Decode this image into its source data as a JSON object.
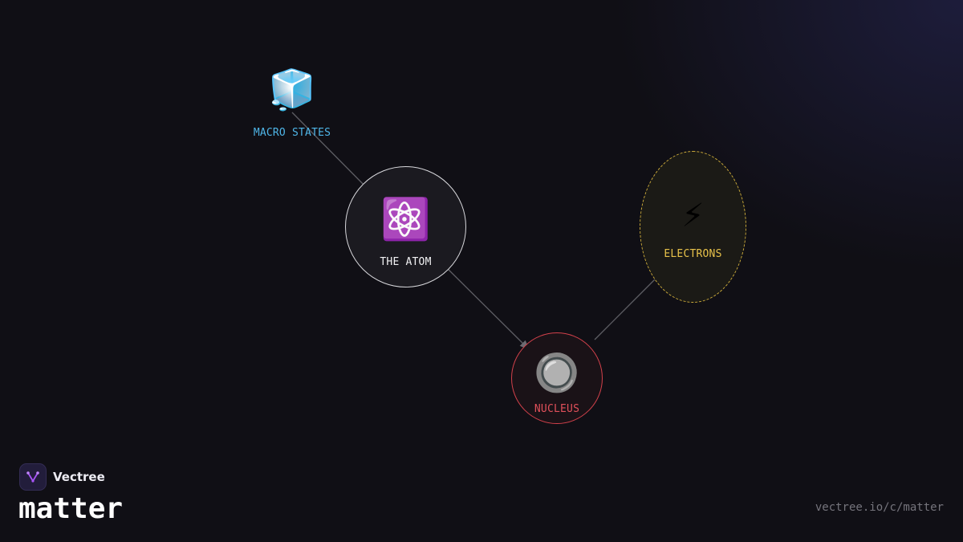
{
  "diagram": {
    "nodes": [
      {
        "id": "macro",
        "label": "MACRO STATES",
        "emoji": "🧊",
        "color": "#4fb6e8"
      },
      {
        "id": "atom",
        "label": "THE ATOM",
        "emoji": "⚛️",
        "color": "#f2f2f4"
      },
      {
        "id": "nucleus",
        "label": "NUCLEUS",
        "emoji": "🔘",
        "color": "#e0505a"
      },
      {
        "id": "electrons",
        "label": "ELECTRONS",
        "emoji": "⚡",
        "color": "#e8c24a"
      }
    ],
    "edges": [
      {
        "from": "macro",
        "to": "atom"
      },
      {
        "from": "atom",
        "to": "nucleus"
      },
      {
        "from": "nucleus",
        "to": "electrons"
      }
    ]
  },
  "brand": {
    "name": "Vectree",
    "logo_icon": "vectree-logo-icon",
    "accent": "#a855f7"
  },
  "title": "matter",
  "url": "vectree.io/c/matter"
}
